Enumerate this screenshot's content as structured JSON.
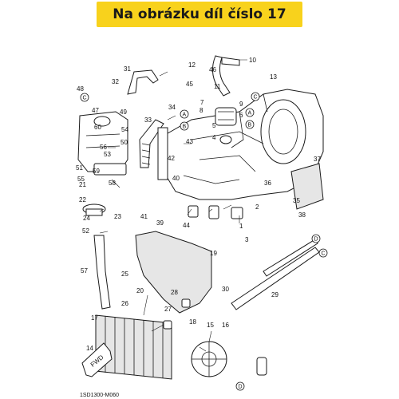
{
  "banner": {
    "text": "Na obrázku díl číslo 17",
    "color": "#f8d21c"
  },
  "diagram": {
    "code": "1SD1300-M060",
    "fwd_label": "FWD",
    "callouts": [
      "1",
      "2",
      "3",
      "4",
      "5",
      "6",
      "7",
      "8",
      "9",
      "10",
      "11",
      "12",
      "13",
      "14",
      "15",
      "16",
      "17",
      "18",
      "19",
      "20",
      "21",
      "22",
      "23",
      "24",
      "25",
      "26",
      "27",
      "28",
      "29",
      "30",
      "31",
      "32",
      "33",
      "34",
      "35",
      "36",
      "37",
      "38",
      "39",
      "40",
      "41",
      "42",
      "43",
      "44",
      "45",
      "46",
      "47",
      "48",
      "49",
      "50",
      "51",
      "52",
      "53",
      "54",
      "55",
      "56",
      "57",
      "58",
      "59",
      "60"
    ],
    "refs": [
      "A",
      "B",
      "C",
      "D"
    ]
  }
}
